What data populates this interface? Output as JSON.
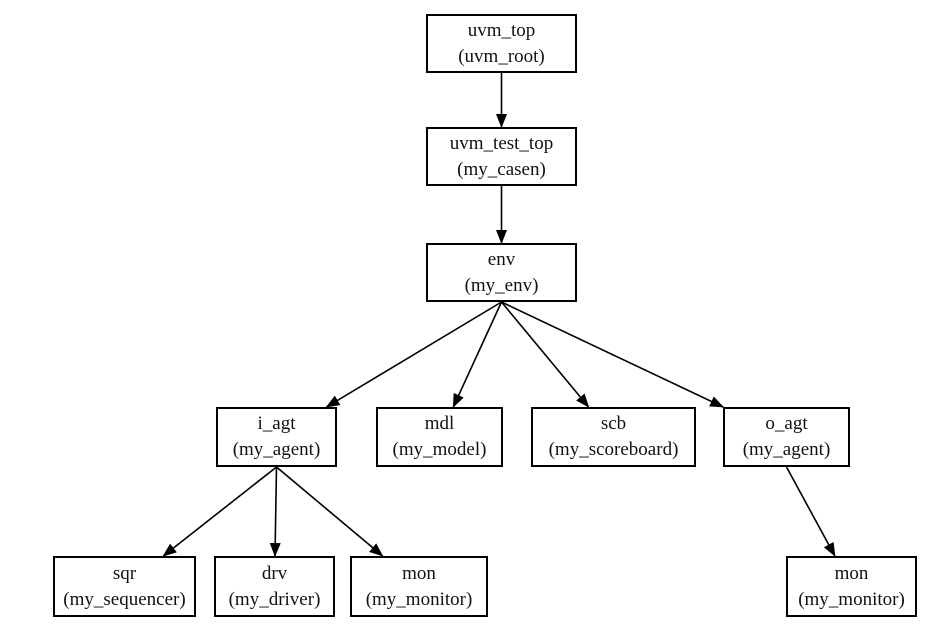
{
  "diagram": {
    "colors": {
      "line": "#000000",
      "text": "#111111",
      "background": "#ffffff"
    },
    "nodes": {
      "uvm_top": {
        "name": "uvm_top",
        "type": "(uvm_root)"
      },
      "test_top": {
        "name": "uvm_test_top",
        "type": "(my_casen)"
      },
      "env": {
        "name": "env",
        "type": "(my_env)"
      },
      "i_agt": {
        "name": "i_agt",
        "type": "(my_agent)"
      },
      "mdl": {
        "name": "mdl",
        "type": "(my_model)"
      },
      "scb": {
        "name": "scb",
        "type": "(my_scoreboard)"
      },
      "o_agt": {
        "name": "o_agt",
        "type": "(my_agent)"
      },
      "sqr": {
        "name": "sqr",
        "type": "(my_sequencer)"
      },
      "drv": {
        "name": "drv",
        "type": "(my_driver)"
      },
      "mon_i": {
        "name": "mon",
        "type": "(my_monitor)"
      },
      "mon_o": {
        "name": "mon",
        "type": "(my_monitor)"
      }
    },
    "edges": [
      {
        "from": "uvm_top",
        "to": "test_top"
      },
      {
        "from": "test_top",
        "to": "env"
      },
      {
        "from": "env",
        "to": "i_agt"
      },
      {
        "from": "env",
        "to": "mdl"
      },
      {
        "from": "env",
        "to": "scb"
      },
      {
        "from": "env",
        "to": "o_agt"
      },
      {
        "from": "i_agt",
        "to": "sqr"
      },
      {
        "from": "i_agt",
        "to": "drv"
      },
      {
        "from": "i_agt",
        "to": "mon_i"
      },
      {
        "from": "o_agt",
        "to": "mon_o"
      }
    ]
  }
}
